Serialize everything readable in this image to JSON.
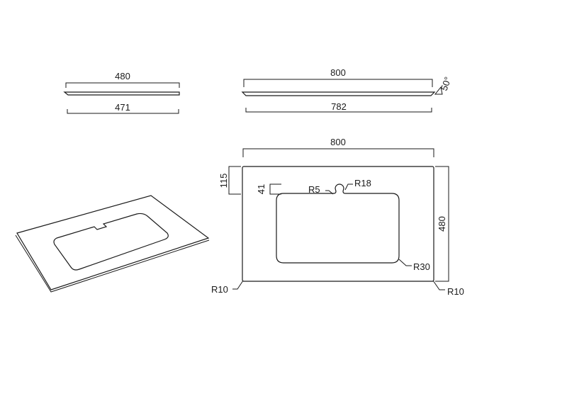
{
  "side_view_short": {
    "top_dimension": "480",
    "bottom_dimension": "471"
  },
  "side_view_long": {
    "top_dimension": "800",
    "bottom_dimension": "782",
    "edge_angle": "50°"
  },
  "plan_view": {
    "width": "800",
    "depth": "480",
    "sink_offset_from_back": "115",
    "overflow_offset": "41",
    "notch_small_radius": "R5",
    "notch_radius": "R18",
    "sink_corner_radius": "R30",
    "outer_corner_radius_left": "R10",
    "outer_corner_radius_right": "R10"
  }
}
